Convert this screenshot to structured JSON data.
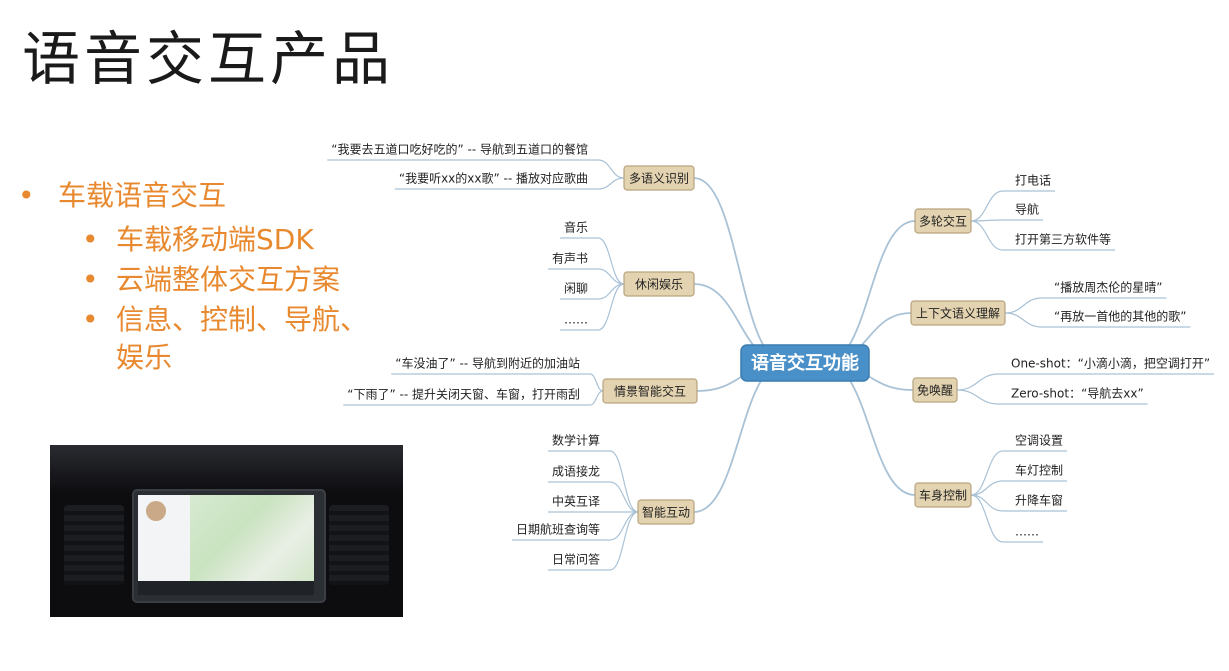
{
  "slide": {
    "title": "语音交互产品"
  },
  "bullets": {
    "level1": "车载语音交互",
    "level2": [
      "车载移动端SDK",
      "云端整体交互方案",
      "信息、控制、导航、",
      "娱乐"
    ]
  },
  "mindmap": {
    "center": "语音交互功能",
    "left_branches": [
      {
        "label": "多语义识别",
        "leaves": [
          "“我要去五道口吃好吃的” -- 导航到五道口的餐馆",
          "“我要听xx的xx歌” -- 播放对应歌曲"
        ]
      },
      {
        "label": "休闲娱乐",
        "leaves": [
          "音乐",
          "有声书",
          "闲聊",
          "……"
        ]
      },
      {
        "label": "情景智能交互",
        "leaves": [
          "“车没油了” -- 导航到附近的加油站",
          "“下雨了” -- 提升关闭天窗、车窗，打开雨刮"
        ]
      },
      {
        "label": "智能互动",
        "leaves": [
          "数学计算",
          "成语接龙",
          "中英互译",
          "日期航班查询等",
          "日常问答"
        ]
      }
    ],
    "right_branches": [
      {
        "label": "多轮交互",
        "leaves": [
          "打电话",
          "导航",
          "打开第三方软件等"
        ]
      },
      {
        "label": "上下文语义理解",
        "leaves": [
          "“播放周杰伦的星晴”",
          "“再放一首他的其他的歌”"
        ]
      },
      {
        "label": "免唤醒",
        "leaves": [
          "One-shot：“小滴小滴，把空调打开”",
          "Zero-shot：“导航去xx”"
        ]
      },
      {
        "label": "车身控制",
        "leaves": [
          "空调设置",
          "车灯控制",
          "升降车窗",
          "……"
        ]
      }
    ],
    "colors": {
      "center_fill": "#4a90c8",
      "node_fill": "#e3d3b0",
      "node_border": "#b7a47e",
      "link": "#a9c2d6",
      "bullet_text": "#e8892f"
    }
  }
}
